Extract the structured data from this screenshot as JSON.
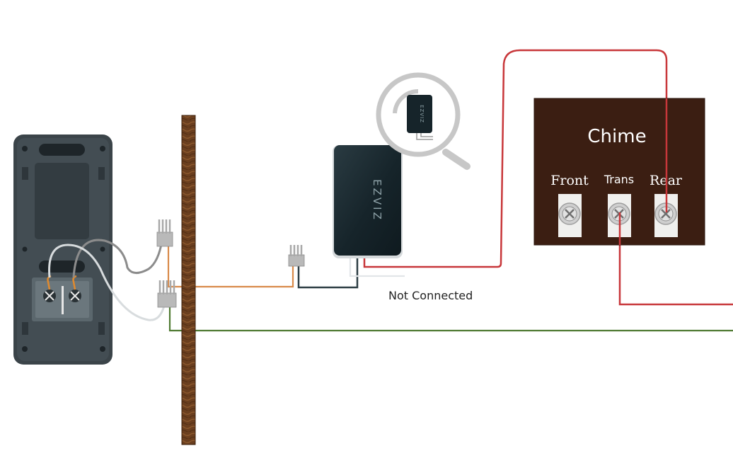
{
  "chime": {
    "title": "Chime",
    "terminals": {
      "front": "Front",
      "trans": "Trans",
      "rear": "Rear"
    }
  },
  "module": {
    "brand": "EZVIZ"
  },
  "status": {
    "not_connected": "Not Connected"
  },
  "colors": {
    "chime_box": "#3b1e12",
    "wire_red": "#c8373a",
    "wire_orange": "#d98a4a",
    "wire_green": "#4f7a32",
    "wire_dark": "#2d3e44",
    "wire_gray": "#8c8c8c",
    "wire_light": "#d8dcde",
    "doorbell_body": "#3b4449",
    "module_body": "#16242a",
    "wall_wood": "#6b3f1f"
  }
}
